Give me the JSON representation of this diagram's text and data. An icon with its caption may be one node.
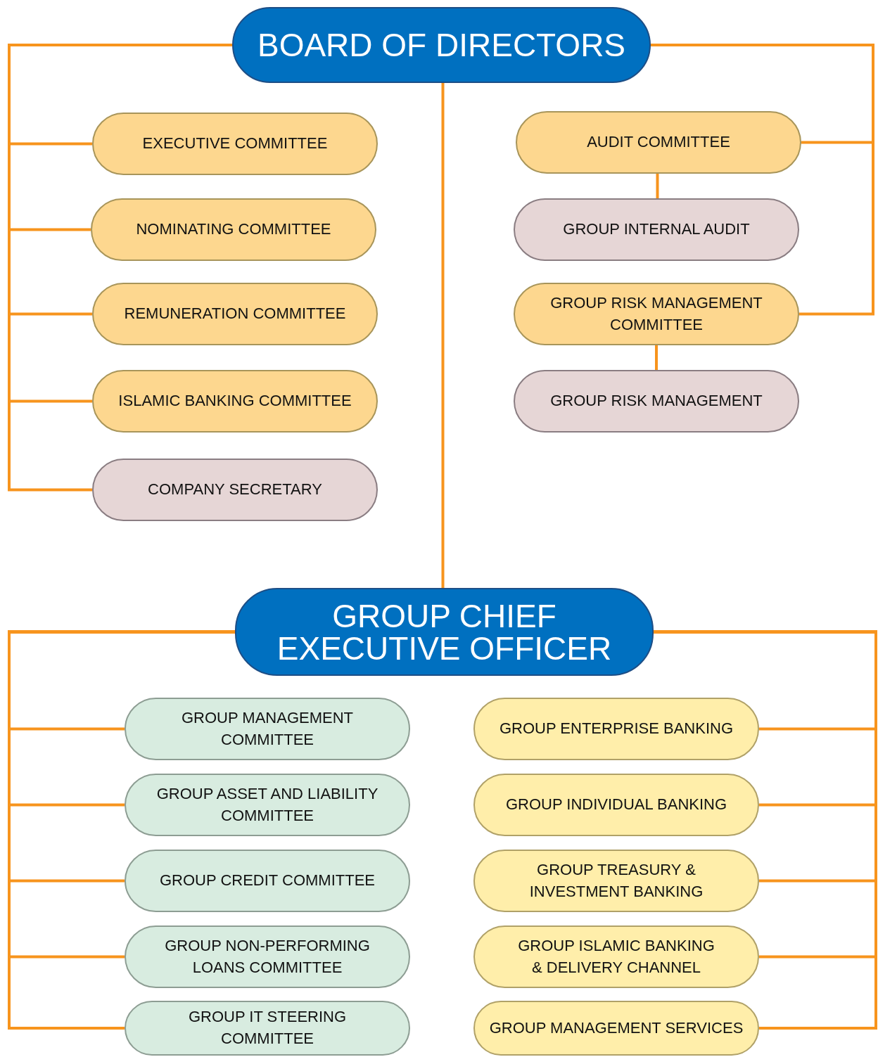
{
  "diagram": {
    "nodes": [
      {
        "text": [
          "BOARD OF DIRECTORS"
        ]
      },
      {
        "text": [
          "EXECUTIVE COMMITTEE"
        ]
      },
      {
        "text": [
          "NOMINATING COMMITTEE"
        ]
      },
      {
        "text": [
          "REMUNERATION COMMITTEE"
        ]
      },
      {
        "text": [
          "ISLAMIC BANKING COMMITTEE"
        ]
      },
      {
        "text": [
          "COMPANY SECRETARY"
        ]
      },
      {
        "text": [
          "AUDIT COMMITTEE"
        ]
      },
      {
        "text": [
          "GROUP INTERNAL AUDIT"
        ]
      },
      {
        "text": [
          "GROUP RISK MANAGEMENT COMMITTEE"
        ]
      },
      {
        "text": [
          "GROUP RISK MANAGEMENT"
        ]
      },
      {
        "text": [
          "GROUP CHIEF EXECUTIVE OFFICER"
        ]
      },
      {
        "text": [
          "GROUP MANAGEMENT COMMITTEE"
        ]
      },
      {
        "text": [
          "GROUP ASSET AND LIABILITY COMMITTEE"
        ]
      },
      {
        "text": [
          "GROUP CREDIT COMMITTEE"
        ]
      },
      {
        "text": [
          "GROUP NON-PERFORMING LOANS COMMITTEE"
        ]
      },
      {
        "text": [
          "GROUP IT STEERING COMMITTEE"
        ]
      },
      {
        "text": [
          "GROUP ENTERPRISE BANKING"
        ]
      },
      {
        "text": [
          "GROUP INDIVIDUAL BANKING"
        ]
      },
      {
        "text": [
          "GROUP TREASURY & INVESTMENT BANKING"
        ]
      },
      {
        "text": [
          "GROUP ISLAMIC BANKING & DELIVERY CHANNEL"
        ]
      },
      {
        "text": [
          "GROUP MANAGEMENT SERVICES"
        ]
      }
    ],
    "edges": [
      {
        "from": 0,
        "to": 1,
        "arrow": "none"
      },
      {
        "from": 0,
        "to": 2,
        "arrow": "none"
      },
      {
        "from": 0,
        "to": 3,
        "arrow": "none"
      },
      {
        "from": 0,
        "to": 4,
        "arrow": "none"
      },
      {
        "from": 0,
        "to": 5,
        "arrow": "none"
      },
      {
        "from": 0,
        "to": 6,
        "arrow": "none"
      },
      {
        "from": 0,
        "to": 8,
        "arrow": "none"
      },
      {
        "from": 6,
        "to": 7,
        "arrow": "none"
      },
      {
        "from": 8,
        "to": 9,
        "arrow": "none"
      },
      {
        "from": 0,
        "to": 10,
        "arrow": "none"
      },
      {
        "from": 10,
        "to": 11,
        "arrow": "none"
      },
      {
        "from": 10,
        "to": 12,
        "arrow": "none"
      },
      {
        "from": 10,
        "to": 13,
        "arrow": "none"
      },
      {
        "from": 10,
        "to": 14,
        "arrow": "none"
      },
      {
        "from": 10,
        "to": 15,
        "arrow": "none"
      },
      {
        "from": 10,
        "to": 16,
        "arrow": "none"
      },
      {
        "from": 10,
        "to": 17,
        "arrow": "none"
      },
      {
        "from": 10,
        "to": 18,
        "arrow": "none"
      },
      {
        "from": 10,
        "to": 19,
        "arrow": "none"
      },
      {
        "from": 10,
        "to": 20,
        "arrow": "none"
      }
    ]
  }
}
